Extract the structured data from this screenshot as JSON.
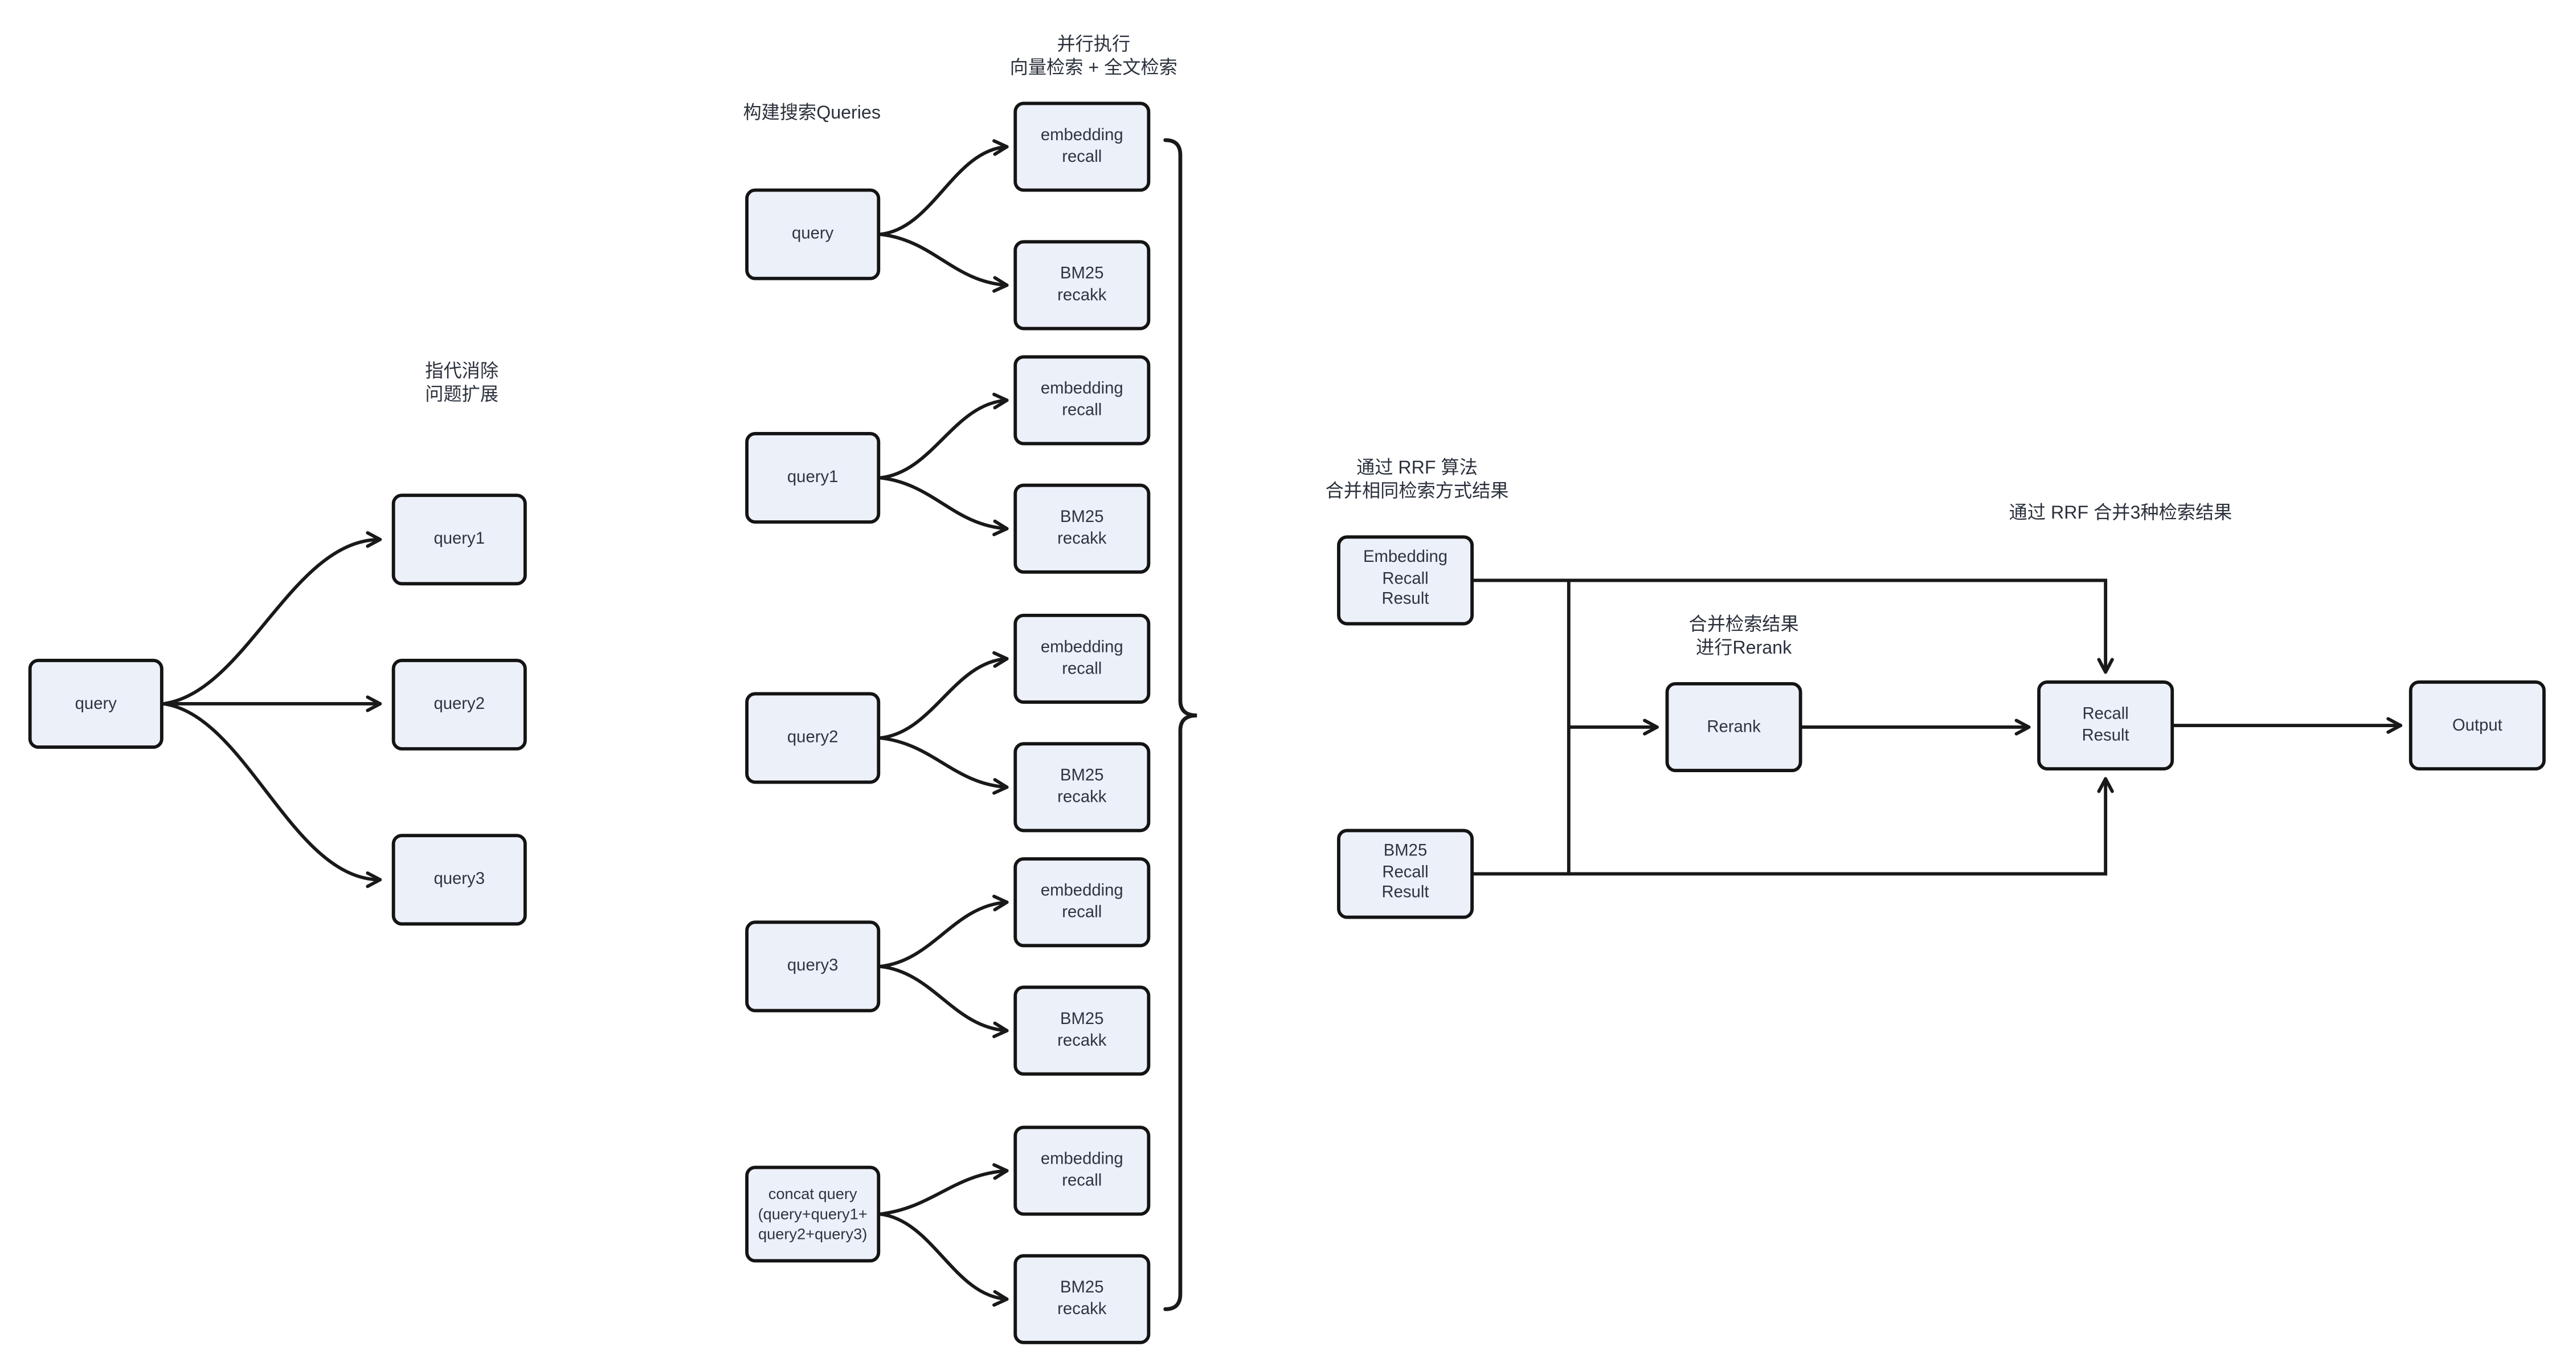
{
  "colors": {
    "background": "#ffffff",
    "node_fill": "#ecf0f9",
    "node_border": "#141414",
    "text": "#2e3440",
    "line": "#191919"
  },
  "stage1": {
    "label": "指代消除\n问题扩展",
    "query": "query",
    "query1": "query1",
    "query2": "query2",
    "query3": "query3"
  },
  "stage2": {
    "label": "构建搜索Queries",
    "parallel_label": "并行执行\n向量检索 + 全文检索",
    "groups": [
      {
        "query": "query",
        "embedding": "embedding\nrecall",
        "bm25": "BM25\nrecakk"
      },
      {
        "query": "query1",
        "embedding": "embedding\nrecall",
        "bm25": "BM25\nrecakk"
      },
      {
        "query": "query2",
        "embedding": "embedding\nrecall",
        "bm25": "BM25\nrecakk"
      },
      {
        "query": "query3",
        "embedding": "embedding\nrecall",
        "bm25": "BM25\nrecakk"
      },
      {
        "query": "concat query\n(query+query1+\nquery2+query3)",
        "embedding": "embedding\nrecall",
        "bm25": "BM25\nrecakk"
      }
    ]
  },
  "stage3": {
    "rrf_merge_label": "通过 RRF 算法\n合并相同检索方式结果",
    "rerank_note_label": "合并检索结果\n进行Rerank",
    "rrf3_label": "通过 RRF 合并3种检索结果",
    "embedding_result": "Embedding\nRecall\nResult",
    "bm25_result": "BM25\nRecall\nResult",
    "rerank": "Rerank",
    "recall_result": "Recall\nResult",
    "output": "Output"
  }
}
